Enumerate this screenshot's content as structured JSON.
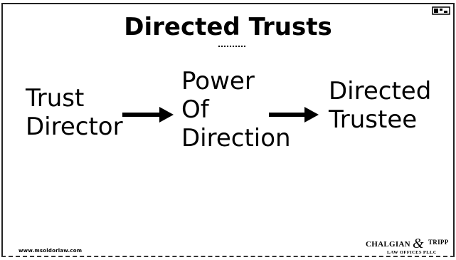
{
  "slide": {
    "title": "Directed Trusts",
    "nodes": [
      {
        "label": "Trust\nDirector"
      },
      {
        "label": "Power\nOf\nDirection"
      },
      {
        "label": "Directed\nTrustee"
      }
    ],
    "footer_url": "www.msoldorlaw.com",
    "logo": {
      "name_left": "CHALGIAN",
      "name_right": "TRIPP",
      "tagline": "LAW OFFICES PLLC"
    }
  },
  "colors": {
    "text": "#000000",
    "background": "#ffffff"
  },
  "icons": {
    "arrows": "right-arrow-icon",
    "corner": "slide-marker-icon"
  }
}
